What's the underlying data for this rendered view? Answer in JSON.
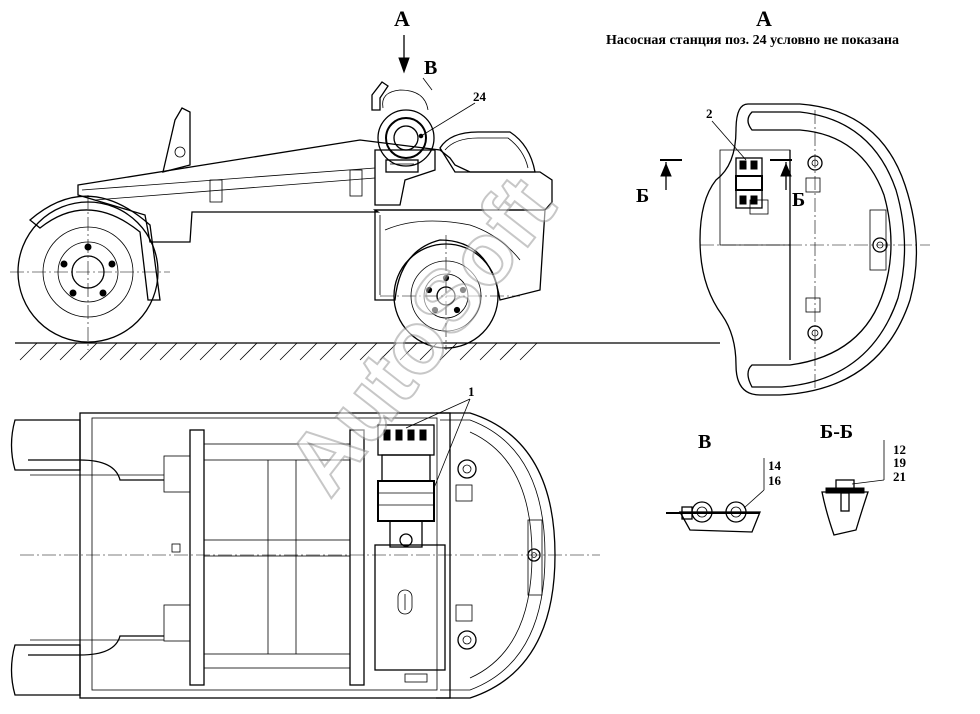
{
  "labels": {
    "view_a": "А",
    "view_a_title": "А",
    "view_b": "В",
    "view_b_title": "В",
    "section_bb_title": "Б-Б",
    "section_mark_left": "Б",
    "section_mark_right": "Б",
    "note": "Насосная станция поз. 24 условно не показана"
  },
  "positions": {
    "p1": "1",
    "p2": "2",
    "p12": "12",
    "p14": "14",
    "p16": "16",
    "p19": "19",
    "p21": "21",
    "p24": "24"
  },
  "watermark": "AutoSoft"
}
